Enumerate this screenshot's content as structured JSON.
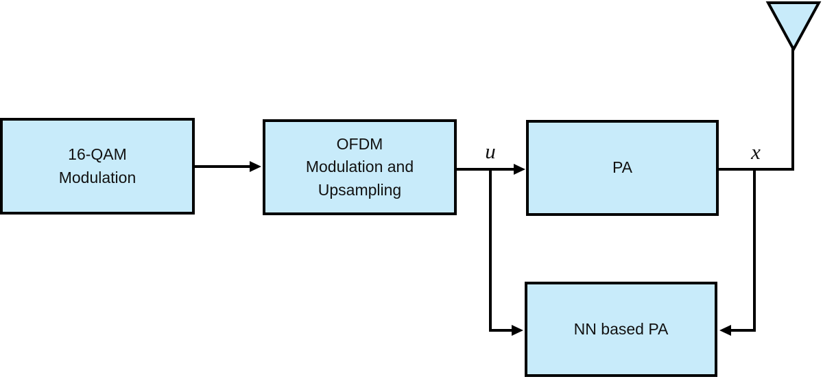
{
  "diagram": {
    "boxes": {
      "qam": {
        "label": "16-QAM\nModulation"
      },
      "ofdm": {
        "label": "OFDM\nModulation and\nUpsampling"
      },
      "pa": {
        "label": "PA"
      },
      "nn_pa": {
        "label": "NN based PA"
      }
    },
    "signal_labels": {
      "u": "u",
      "x": "x"
    },
    "icons": {
      "antenna": "antenna-icon"
    },
    "colors": {
      "box_fill": "#c8ebfa",
      "line": "#000000",
      "text": "#111111",
      "background": "#ffffff"
    }
  }
}
